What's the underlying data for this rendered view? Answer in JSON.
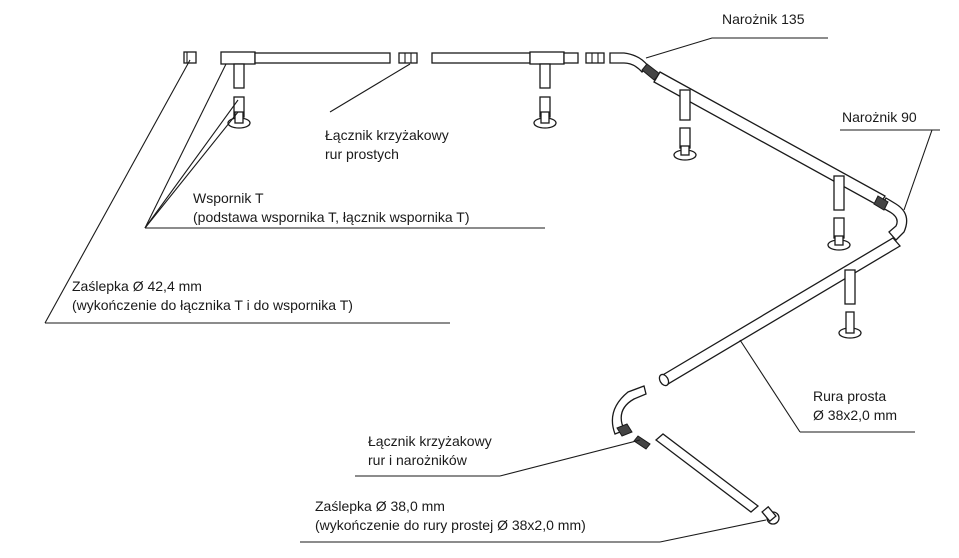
{
  "title": "Rail system components diagram",
  "labels": {
    "naroznik_135": "Narożnik 135",
    "naroznik_90": "Narożnik 90",
    "lacznik_rur_prostych_1": "Łącznik krzyżakowy",
    "lacznik_rur_prostych_2": "rur prostych",
    "wspornik_t_1": "Wspornik T",
    "wspornik_t_2": "(podstawa wspornika T, łącznik wspornika T)",
    "zaslepka_424_1": "Zaślepka  Ø 42,4 mm",
    "zaslepka_424_2": "(wykończenie do łącznika T i do wspornika T)",
    "rura_prosta_1": "Rura prosta",
    "rura_prosta_2": "Ø 38x2,0 mm",
    "lacznik_rur_naroznikow_1": "Łącznik krzyżakowy",
    "lacznik_rur_naroznikow_2": "rur i narożników",
    "zaslepka_380_1": "Zaślepka Ø 38,0 mm",
    "zaslepka_380_2": "(wykończenie do rury prostej Ø 38x2,0 mm)"
  },
  "colors": {
    "line": "#1a1a1a",
    "background": "#ffffff"
  }
}
